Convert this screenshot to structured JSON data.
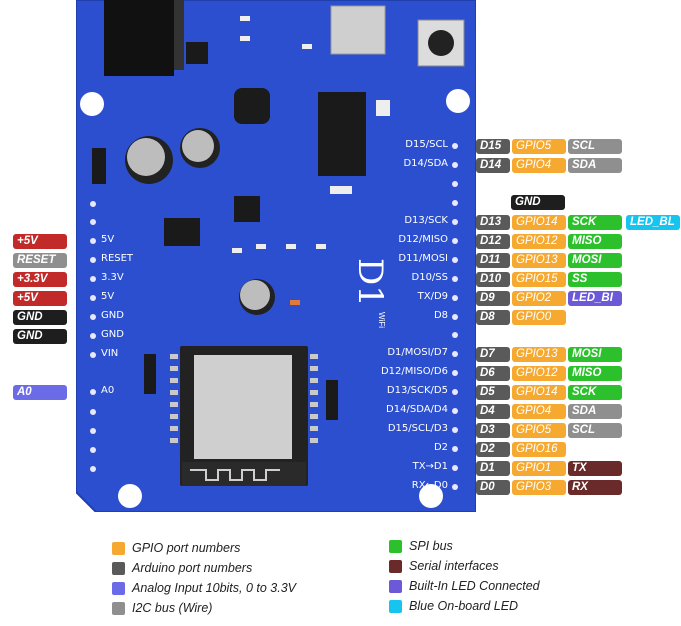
{
  "board": {
    "title": "D1",
    "subtitle": "WiFi",
    "left_pins": [
      "5V",
      "RESET",
      "3.3V",
      "5V",
      "GND",
      "GND",
      "VIN",
      "A0"
    ],
    "right_pins_top": [
      "D15/SCL",
      "D14/SDA"
    ],
    "right_pins_mid": [
      "D13/SCK",
      "D12/MISO",
      "D11/MOSI",
      "D10/SS",
      "TX/D9",
      "D8"
    ],
    "right_pins_bot": [
      "D1/MOSI/D7",
      "D12/MISO/D6",
      "D13/SCK/D5",
      "D14/SDA/D4",
      "D15/SCL/D3",
      "D2",
      "TX→D1",
      "RX←D0"
    ]
  },
  "left_tags": [
    "+5V",
    "RESET",
    "+3.3V",
    "+5V",
    "GND",
    "GND",
    "A0"
  ],
  "right_rows": [
    {
      "ard": "D15",
      "gpio": "GPIO5",
      "f1": "SCL",
      "f1c": "gray"
    },
    {
      "ard": "D14",
      "gpio": "GPIO4",
      "f1": "SDA",
      "f1c": "gray"
    },
    {
      "ard": "D13",
      "gpio": "GPIO14",
      "f1": "SCK",
      "f1c": "green",
      "f2": "LED_BL",
      "f2c": "cyan"
    },
    {
      "ard": "D12",
      "gpio": "GPIO12",
      "f1": "MISO",
      "f1c": "green"
    },
    {
      "ard": "D11",
      "gpio": "GPIO13",
      "f1": "MOSI",
      "f1c": "green"
    },
    {
      "ard": "D10",
      "gpio": "GPIO15",
      "f1": "SS",
      "f1c": "green"
    },
    {
      "ard": "D9",
      "gpio": "GPIO2",
      "f1": "LED_BI",
      "f1c": "purple"
    },
    {
      "ard": "D8",
      "gpio": "GPIO0"
    },
    {
      "ard": "D7",
      "gpio": "GPIO13",
      "f1": "MOSI",
      "f1c": "green"
    },
    {
      "ard": "D6",
      "gpio": "GPIO12",
      "f1": "MISO",
      "f1c": "green"
    },
    {
      "ard": "D5",
      "gpio": "GPIO14",
      "f1": "SCK",
      "f1c": "green"
    },
    {
      "ard": "D4",
      "gpio": "GPIO4",
      "f1": "SDA",
      "f1c": "gray"
    },
    {
      "ard": "D3",
      "gpio": "GPIO5",
      "f1": "SCL",
      "f1c": "gray"
    },
    {
      "ard": "D2",
      "gpio": "GPIO16"
    },
    {
      "ard": "D1",
      "gpio": "GPIO1",
      "f1": "TX",
      "f1c": "maroon"
    },
    {
      "ard": "D0",
      "gpio": "GPIO3",
      "f1": "RX",
      "f1c": "maroon"
    }
  ],
  "gnd_tag": "GND",
  "legend_left": [
    {
      "label": "GPIO port numbers",
      "color": "#f5a930"
    },
    {
      "label": "Arduino port numbers",
      "color": "#5a5a5a"
    },
    {
      "label": "Analog Input 10bits, 0 to 3.3V",
      "color": "#6b6be8"
    },
    {
      "label": "I2C bus (Wire)",
      "color": "#8f8f8f"
    }
  ],
  "legend_right": [
    {
      "label": "SPI bus",
      "color": "#2cc02c"
    },
    {
      "label": "Serial interfaces",
      "color": "#6b2a2a"
    },
    {
      "label": "Built-In LED Connected",
      "color": "#6c59d8"
    },
    {
      "label": "Blue On-board LED",
      "color": "#17c4ef"
    }
  ],
  "colors": {
    "board": "#2b4fcf",
    "board_edge": "#1f3fae"
  }
}
